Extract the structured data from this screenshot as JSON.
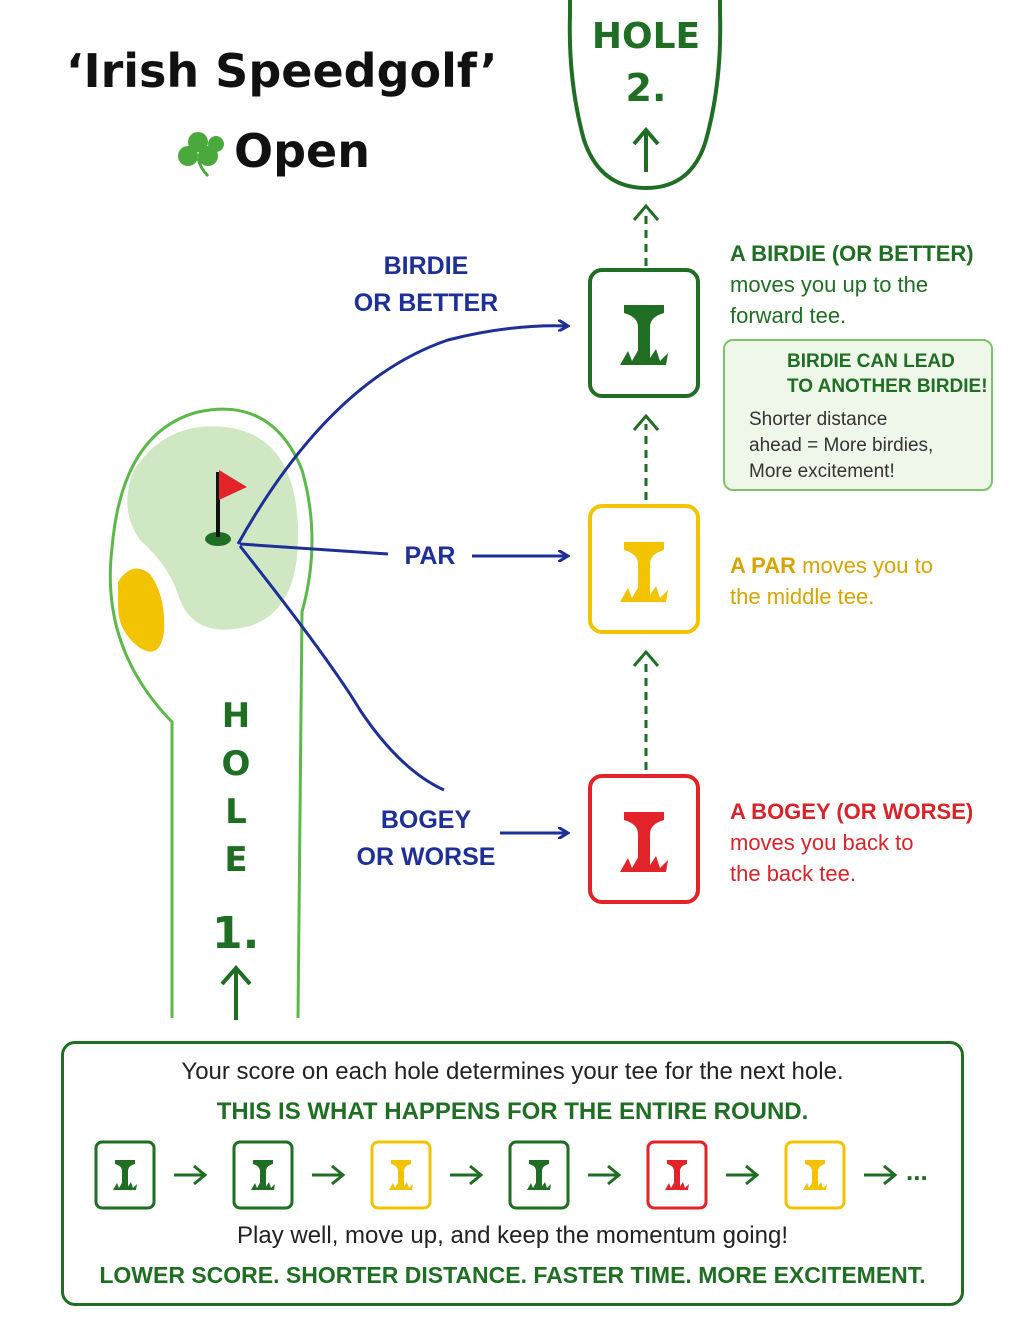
{
  "header": {
    "title_line1": "‘Irish Speedgolf’",
    "title_line2": "Open",
    "shamrock_icon": "shamrock-icon"
  },
  "hole1": {
    "label_letters": [
      "H",
      "O",
      "L",
      "E"
    ],
    "number": "1."
  },
  "hole2": {
    "word": "HOLE",
    "number": "2."
  },
  "outcomes": {
    "birdie": {
      "label_line1": "BIRDIE",
      "label_line2": "OR BETTER",
      "desc_line1": "A BIRDIE (OR BETTER)",
      "desc_line2": "moves you up to the",
      "desc_line3": "forward tee."
    },
    "par": {
      "label": "PAR",
      "desc_lead": "A PAR",
      "desc_rest": " moves you to",
      "desc_line2": "the middle tee."
    },
    "bogey": {
      "label_line1": "BOGEY",
      "label_line2": "OR WORSE",
      "desc_line1": "A BOGEY (OR WORSE)",
      "desc_line2": "moves you back to",
      "desc_line3": "the back tee."
    }
  },
  "callout": {
    "heading_line1": "BIRDIE CAN LEAD",
    "heading_line2": "TO ANOTHER BIRDIE!",
    "body_line1": "Shorter distance",
    "body_line2": "ahead = More birdies,",
    "body_line3": "More excitement!",
    "icon": "trophy-icon"
  },
  "footer": {
    "line1": "Your score on each hole determines your tee for the next hole.",
    "line2": "THIS IS WHAT HAPPENS FOR THE ENTIRE ROUND.",
    "sequence": [
      "green",
      "green",
      "yellow",
      "green",
      "red",
      "yellow"
    ],
    "ellipsis": "...",
    "line3": "Play well, move up, and keep the momentum going!",
    "line4": "LOWER SCORE. SHORTER DISTANCE. FASTER TIME. MORE EXCITEMENT."
  },
  "colors": {
    "green": "#1f6e24",
    "yellow": "#f2c300",
    "red": "#e2232a",
    "blue": "#1e2f97",
    "fairway": "#cfe8c3"
  }
}
